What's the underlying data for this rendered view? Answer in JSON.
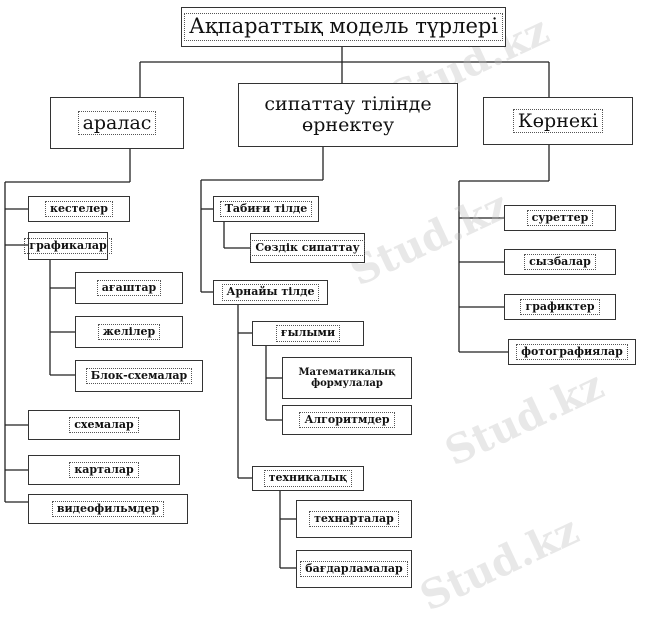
{
  "diagram": {
    "title": "Ақпараттық модель түрлері",
    "branches": {
      "mixed": "аралас",
      "description_line1": "сипаттау тілінде",
      "description_line2": "өрнектеу",
      "visual": "Көрнекі"
    },
    "mixed_items": {
      "tables": "кестелер",
      "graphics": "графикалар",
      "trees": "ағаштар",
      "networks": "желілер",
      "flowcharts": "Блок-схемалар",
      "schemes": "схемалар",
      "maps": "карталар",
      "videos": "видеофильмдер"
    },
    "description_items": {
      "natural_language": "Табиғи тілде",
      "verbal_description": "Сөздік сипаттау",
      "special_language": "Арнайы тілде",
      "scientific": "ғылыми",
      "math_line1": "Математикалық",
      "math_line2": "формулалар",
      "algorithms": "Алгоритмдер",
      "technical": "техникалық",
      "tech_maps": "технарталар",
      "programs": "бағдарламалар"
    },
    "visual_items": {
      "pictures": "суреттер",
      "drawings": "сызбалар",
      "graphs": "графиктер",
      "photos": "фотографиялар"
    }
  },
  "watermark": "Stud.kz"
}
